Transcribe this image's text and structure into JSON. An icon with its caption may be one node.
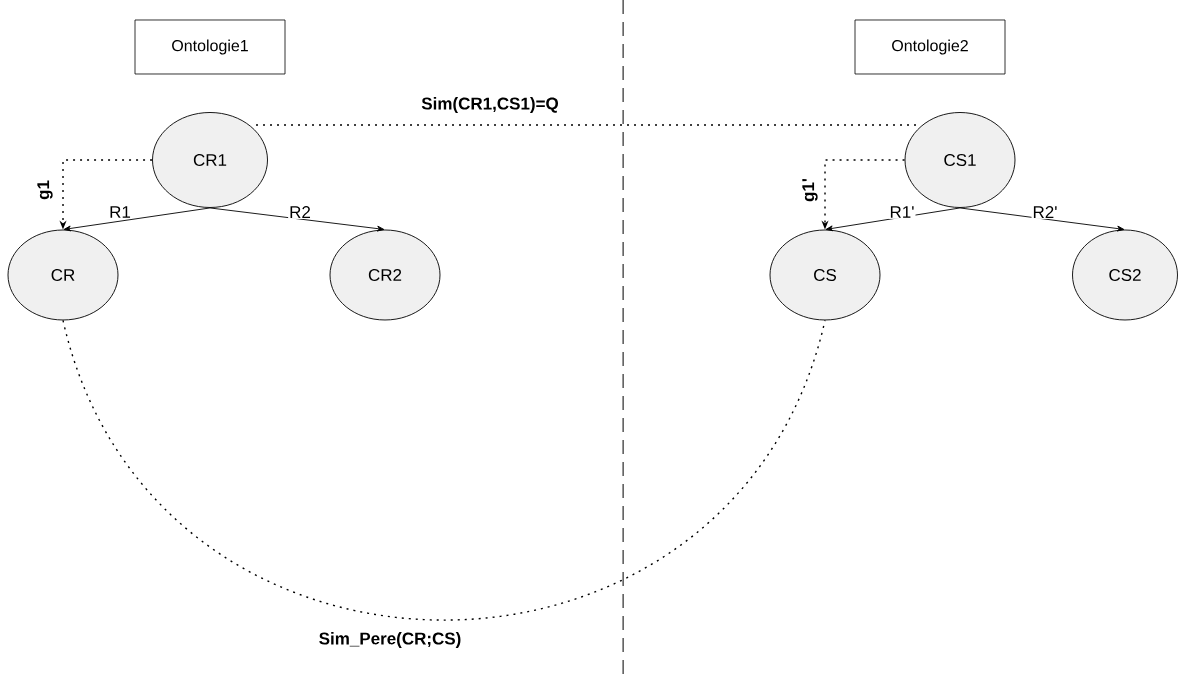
{
  "diagram": {
    "nodes": [
      {
        "text": [
          "Ontologie1"
        ]
      },
      {
        "text": [
          "Ontologie2"
        ]
      },
      {
        "text": [
          "CR1"
        ]
      },
      {
        "text": [
          "CS1"
        ]
      },
      {
        "text": [
          "CR"
        ]
      },
      {
        "text": [
          "CR2"
        ]
      },
      {
        "text": [
          "CS"
        ]
      },
      {
        "text": [
          "CS2"
        ]
      }
    ],
    "edges": [
      {
        "from": 2,
        "to": 3,
        "arrow": "none",
        "label": "Sim(CR1,CS1)=Q",
        "style": "dashed"
      },
      {
        "from": 2,
        "to": 4,
        "arrow": "to",
        "label": "g1",
        "style": "dashed"
      },
      {
        "from": 2,
        "to": 4,
        "arrow": "to",
        "label": "R1"
      },
      {
        "from": 2,
        "to": 5,
        "arrow": "to",
        "label": "R2"
      },
      {
        "from": 3,
        "to": 6,
        "arrow": "to",
        "label": "g1'",
        "style": "dashed"
      },
      {
        "from": 3,
        "to": 6,
        "arrow": "to",
        "label": "R1'"
      },
      {
        "from": 3,
        "to": 7,
        "arrow": "to",
        "label": "R2'"
      },
      {
        "from": 4,
        "to": 6,
        "arrow": "none",
        "label": "Sim_Pere(CR;CS)",
        "style": "dashed"
      }
    ]
  }
}
